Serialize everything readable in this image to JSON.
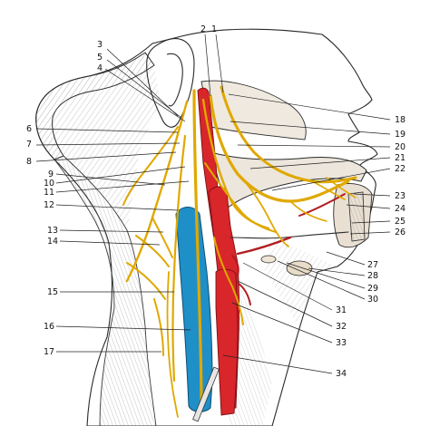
{
  "figure": {
    "description_free": true,
    "colors": {
      "artery": "#d8262b",
      "vein": "#1f8fc8",
      "nerve": "#e0a800",
      "nerve_outline": "#7a5a00",
      "ink": "#2a2a2a",
      "skin": "#f4f1ec"
    },
    "labels": [
      {
        "id": "l1",
        "text": "1"
      },
      {
        "id": "l2",
        "text": "2"
      },
      {
        "id": "l3",
        "text": "3"
      },
      {
        "id": "l4",
        "text": "4"
      },
      {
        "id": "l5",
        "text": "5"
      },
      {
        "id": "l6",
        "text": "6"
      },
      {
        "id": "l7",
        "text": "7"
      },
      {
        "id": "l8",
        "text": "8"
      },
      {
        "id": "l9",
        "text": "9"
      },
      {
        "id": "l10",
        "text": "10"
      },
      {
        "id": "l11",
        "text": "11"
      },
      {
        "id": "l12",
        "text": "12"
      },
      {
        "id": "l13",
        "text": "13"
      },
      {
        "id": "l14",
        "text": "14"
      },
      {
        "id": "l15",
        "text": "15"
      },
      {
        "id": "l16",
        "text": "16"
      },
      {
        "id": "l17",
        "text": "17"
      },
      {
        "id": "l18",
        "text": "18"
      },
      {
        "id": "l19",
        "text": "19"
      },
      {
        "id": "l20",
        "text": "20"
      },
      {
        "id": "l21",
        "text": "21"
      },
      {
        "id": "l22",
        "text": "22"
      },
      {
        "id": "l23",
        "text": "23"
      },
      {
        "id": "l24",
        "text": "24"
      },
      {
        "id": "l25",
        "text": "25"
      },
      {
        "id": "l26",
        "text": "26"
      },
      {
        "id": "l27",
        "text": "27"
      },
      {
        "id": "l28",
        "text": "28"
      },
      {
        "id": "l29",
        "text": "29"
      },
      {
        "id": "l30",
        "text": "30"
      },
      {
        "id": "l31",
        "text": "31"
      },
      {
        "id": "l32",
        "text": "32"
      },
      {
        "id": "l33",
        "text": "33"
      },
      {
        "id": "l34",
        "text": "34"
      }
    ]
  }
}
